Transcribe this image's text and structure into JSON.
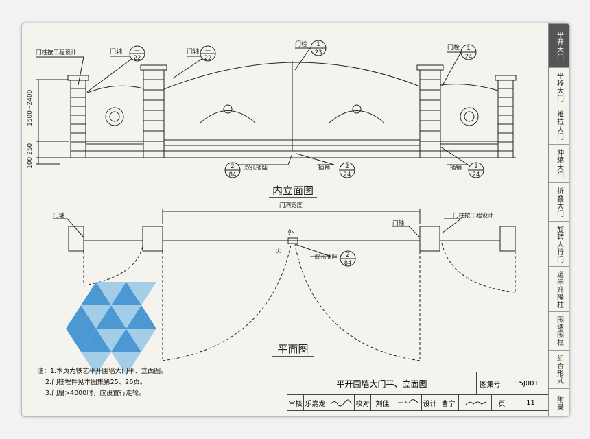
{
  "drawing": {
    "elevation_title": "内立面图",
    "plan_title": "平面图",
    "elevation_labels": {
      "post_design": "门柱按工程设计",
      "door_pivot_left": "门轴",
      "door_pivot_right": "门轴",
      "bolt_center": "门栓",
      "bolt_right": "门栓",
      "dual_socket": "双孔插座",
      "latch_left": "插销",
      "latch_right": "插销"
    },
    "callouts": {
      "c1_top": "—",
      "c1_bottom": "22",
      "c2_top": "—",
      "c2_bottom": "22",
      "c3_top": "1",
      "c3_bottom": "23",
      "c4_top": "1",
      "c4_bottom": "24",
      "c5_top": "2",
      "c5_bottom": "84",
      "c6_top": "2",
      "c6_bottom": "24",
      "c7_top": "2",
      "c7_bottom": "24",
      "c8_top": "2",
      "c8_bottom": "84"
    },
    "dimensions": {
      "total_height": "1500~2400",
      "base_height": "250",
      "ground": "100",
      "opening_width": "门洞宽度"
    },
    "plan_labels": {
      "outside": "外",
      "inside": "内",
      "pivot_left": "门轴",
      "pivot_right": "门轴",
      "post_design": "门柱按工程设计",
      "dual_socket": "双孔插座"
    }
  },
  "notes": [
    "注：1.本页为铁艺平开围墙大门平、立面图。",
    "2.门柱埋件见本图集第25、26页。",
    "3.门扇>4000时，应设置行走轮。"
  ],
  "title_block": {
    "title": "平开围墙大门平、立面图",
    "atlas_label": "图集号",
    "atlas_number": "15J001",
    "review_label": "审核",
    "reviewer": "乐嘉龙",
    "check_label": "校对",
    "checker": "刘佳",
    "design_label": "设计",
    "designer": "曹宁",
    "page_label": "页",
    "page_number": "11"
  },
  "side_tabs": [
    {
      "label": "平开大门",
      "active": true
    },
    {
      "label": "平移大门",
      "active": false
    },
    {
      "label": "推拉大门",
      "active": false
    },
    {
      "label": "伸缩大门",
      "active": false
    },
    {
      "label": "折叠大门",
      "active": false
    },
    {
      "label": "旋转人行门",
      "active": false
    },
    {
      "label": "道闸升降柱",
      "active": false
    },
    {
      "label": "围墙围栏",
      "active": false
    },
    {
      "label": "组合形式",
      "active": false
    },
    {
      "label": "附录",
      "active": false
    }
  ],
  "colors": {
    "line": "#222222",
    "logo_blue": "#3a8fd1",
    "logo_light": "#9ccbe8",
    "active_tab": "#555555"
  }
}
